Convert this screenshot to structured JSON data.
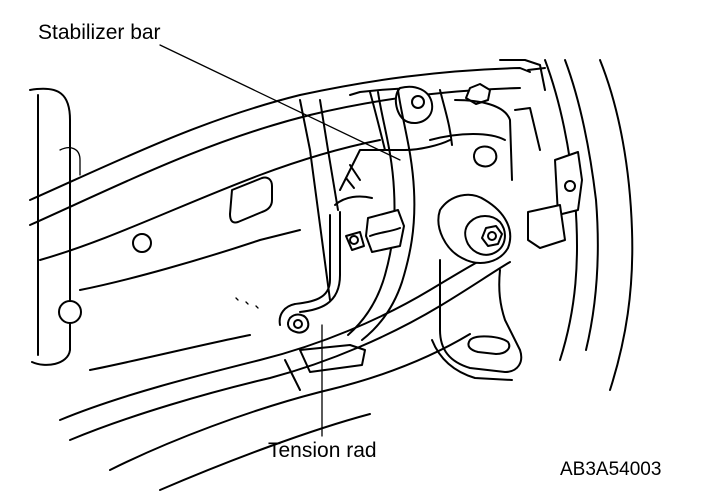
{
  "labels": {
    "stabilizer_bar": "Stabilizer bar",
    "tension_rod": "Tension rad",
    "figure_code": "AB3A54003"
  }
}
